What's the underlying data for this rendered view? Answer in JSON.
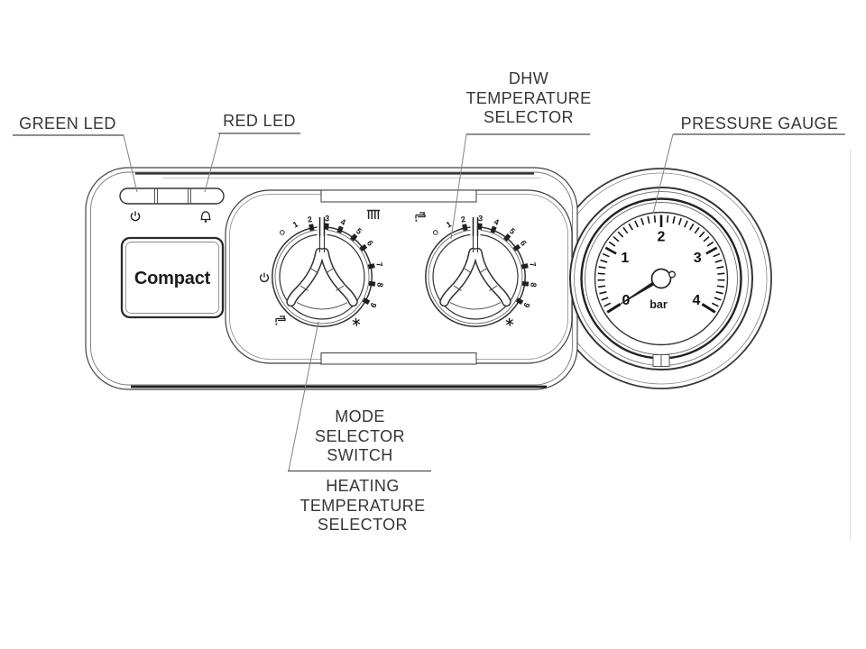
{
  "page": {
    "background": "#ffffff",
    "line_color": "#3a3a3a"
  },
  "callouts": {
    "green_led": "GREEN LED",
    "red_led": "RED LED",
    "dhw_temperature_selector": "DHW\nTEMPERATURE\nSELECTOR",
    "pressure_gauge": "PRESSURE GAUGE",
    "mode_selector_switch": "MODE\nSELECTOR\nSWITCH",
    "heating_temperature_selector": "HEATING\nTEMPERATURE\nSELECTOR"
  },
  "panel": {
    "brand": "Compact",
    "led_indicator": {
      "segments": 3,
      "icons": [
        "power-icon",
        "alarm-bell-icon"
      ]
    }
  },
  "knobs": {
    "scale": {
      "symbols": [
        "°",
        "1",
        "2",
        "3",
        "4",
        "5",
        "6",
        "7",
        "8",
        "9",
        "✳"
      ],
      "angles_deg_cw_from_top": [
        -42,
        -27,
        -12,
        5,
        21,
        39,
        55,
        78,
        98,
        119,
        143
      ]
    },
    "mode_selector": {
      "icons": [
        "power-icon",
        "tap-icon",
        "radiator-icon"
      ]
    },
    "dhw_selector": {
      "icons": [
        "tap-icon"
      ]
    }
  },
  "gauge": {
    "unit": "bar",
    "min": 0,
    "max": 4,
    "numbers": [
      "0",
      "1",
      "2",
      "3",
      "4"
    ],
    "start_angle_deg": -122,
    "deg_per_bar": 61,
    "minor_tick_step": 0.1,
    "needle_value": 0
  }
}
